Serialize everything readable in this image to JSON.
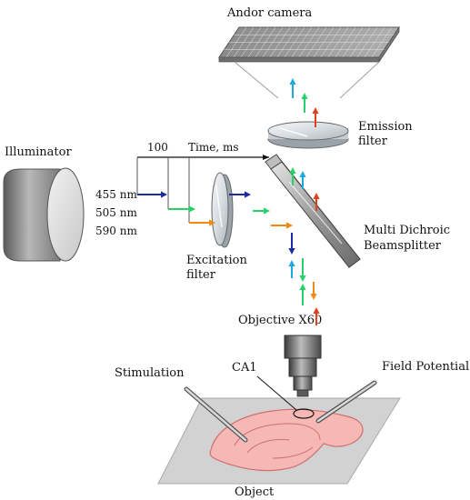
{
  "labels": {
    "camera": "Andor camera",
    "emission_filter_1": "Emission",
    "emission_filter_2": "filter",
    "illuminator": "Illuminator",
    "timeline_tick": "100",
    "timeline_axis": "Time,  ms",
    "wavelength_1": "455 nm",
    "wavelength_2": "505 nm",
    "wavelength_3": "590 nm",
    "excitation_filter_1": "Excitation",
    "excitation_filter_2": "filter",
    "beamsplitter_1": "Multi Dichroic",
    "beamsplitter_2": "Beamsplitter",
    "objective": "Objective X60",
    "stimulation": "Stimulation",
    "region": "CA1",
    "field_potential": "Field Potential",
    "object": "Object"
  },
  "colors": {
    "blue": "#1a2aa0",
    "green": "#27d06a",
    "orange": "#f08a14",
    "cyan": "#1ea8e0",
    "red": "#e0401a",
    "slice": "#f6b8b4",
    "slice_edge": "#d07070"
  }
}
